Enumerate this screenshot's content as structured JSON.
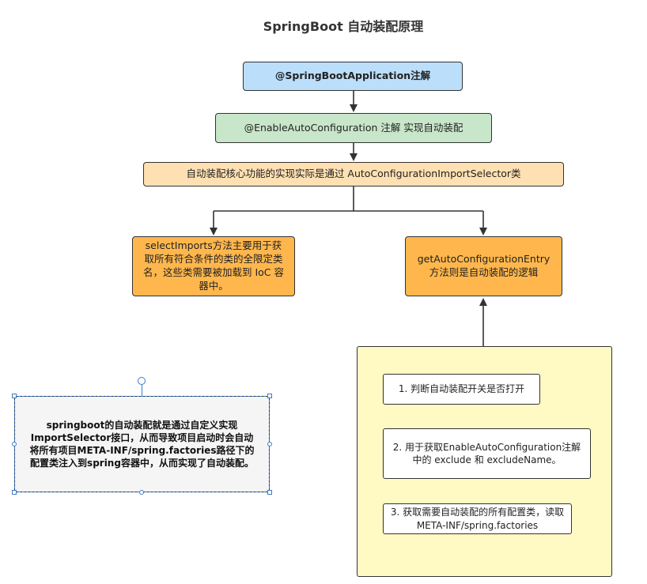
{
  "title": "SpringBoot 自动装配原理",
  "nodes": {
    "annotation": "@SpringBootApplication注解",
    "enable": "@EnableAutoConfiguration 注解 实现自动装配",
    "core": "自动装配核心功能的实现实际是通过 AutoConfigurationImportSelector类",
    "select_imports": "selectImports方法主要用于获取所有符合条件的类的全限定类名，这些类需要被加载到 IoC 容器中。",
    "get_entry": "getAutoConfigurationEntry 方法则是自动装配的逻辑"
  },
  "steps": [
    "1. 判断自动装配开关是否打开",
    "2. 用于获取EnableAutoConfiguration注解中的 exclude 和 excludeName。",
    "3. 获取需要自动装配的所有配置类，读取META-INF/spring.factories"
  ],
  "note": "springboot的自动装配就是通过自定义实现ImportSelector接口，从而导致项目启动时会自动将所有项目META-INF/spring.factories路径下的配置类注入到spring容器中，从而实现了自动装配。",
  "colors": {
    "annotation_fill": "#bbdefb",
    "enable_fill": "#c8e6c9",
    "core_fill": "#ffe0b2",
    "method_fill": "#ffb74d",
    "container_fill": "#fff9c4",
    "note_fill": "#f5f5f5",
    "selection": "#3d7bc9"
  }
}
